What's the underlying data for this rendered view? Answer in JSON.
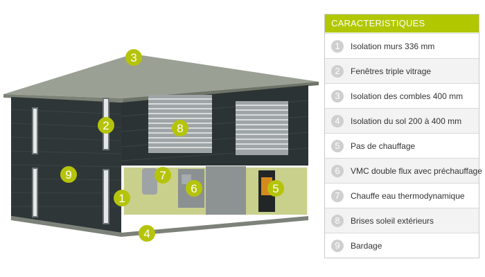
{
  "panel": {
    "title": "CARACTERISTIQUES",
    "items": [
      {
        "number": "1",
        "label": "Isolation murs 336 mm"
      },
      {
        "number": "2",
        "label": "Fenêtres triple vitrage"
      },
      {
        "number": "3",
        "label": "Isolation des combles 400 mm"
      },
      {
        "number": "4",
        "label": "Isolation du sol 200 à 400 mm"
      },
      {
        "number": "5",
        "label": "Pas de chauffage"
      },
      {
        "number": "6",
        "label": "VMC double flux avec préchauffage"
      },
      {
        "number": "7",
        "label": "Chauffe eau thermodynamique"
      },
      {
        "number": "8",
        "label": "Brises soleil extérieurs"
      },
      {
        "number": "9",
        "label": "Bardage"
      }
    ]
  },
  "markers": [
    "1",
    "2",
    "3",
    "4",
    "5",
    "6",
    "7",
    "8",
    "9"
  ],
  "colors": {
    "accent": "#b1c800",
    "marker": "#b5c40a",
    "cladding": "#2c3436",
    "roof": "#8e9388",
    "interior_wall": "#c8cf8a",
    "number_circle": "#cfcfcf"
  }
}
